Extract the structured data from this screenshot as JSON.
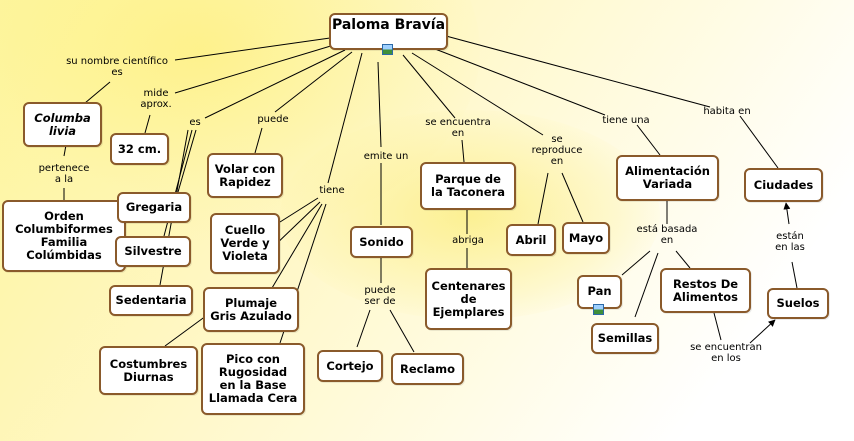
{
  "concepts": {
    "paloma": "Paloma Bravía",
    "columba_1": "Columba",
    "columba_2": "livia",
    "cm32": "32 cm.",
    "orden_1": "Orden",
    "orden_2": "Columbiformes",
    "orden_3": "Familia",
    "orden_4": "Colúmbidas",
    "gregaria": "Gregaria",
    "silvestre": "Silvestre",
    "sedentaria": "Sedentaria",
    "volar_1": "Volar con",
    "volar_2": "Rapidez",
    "cuello_1": "Cuello",
    "cuello_2": "Verde y",
    "cuello_3": "Violeta",
    "plumaje_1": "Plumaje",
    "plumaje_2": "Gris Azulado",
    "costumbres_1": "Costumbres",
    "costumbres_2": "Diurnas",
    "pico_1": "Pico con",
    "pico_2": "Rugosidad",
    "pico_3": "en la Base",
    "pico_4": "Llamada Cera",
    "sonido": "Sonido",
    "cortejo": "Cortejo",
    "reclamo": "Reclamo",
    "parque_1": "Parque de",
    "parque_2": "la Taconera",
    "centenares_1": "Centenares",
    "centenares_2": "de",
    "centenares_3": "Ejemplares",
    "abril": "Abril",
    "mayo": "Mayo",
    "alimentacion_1": "Alimentación",
    "alimentacion_2": "Variada",
    "pan": "Pan",
    "semillas": "Semillas",
    "restos_1": "Restos De",
    "restos_2": "Alimentos",
    "ciudades": "Ciudades",
    "suelos": "Suelos"
  },
  "links": {
    "su_nombre_1": "su nombre científico",
    "su_nombre_2": "es",
    "mide_1": "mide",
    "mide_2": "aprox.",
    "es": "es",
    "puede": "puede",
    "tiene": "tiene",
    "emite_un": "emite un",
    "se_encuentra_1": "se encuentra",
    "se_encuentra_2": "en",
    "se_reproduce_1": "se",
    "se_reproduce_2": "reproduce",
    "se_reproduce_3": "en",
    "tiene_una": "tiene una",
    "habita_en": "habita en",
    "pertenece_1": "pertenece",
    "pertenece_2": "a la",
    "abriga": "abriga",
    "puede_ser_1": "puede",
    "puede_ser_2": "ser de",
    "basada_1": "está basada",
    "basada_2": "en",
    "encuentran_1": "se encuentran",
    "encuentran_2": "en los",
    "estan_1": "están",
    "estan_2": "en las"
  },
  "colors": {
    "node_border": "#8a5a2b",
    "line": "#000000",
    "background_glow": "#fdf59a"
  },
  "icons": [
    "image-icon"
  ]
}
